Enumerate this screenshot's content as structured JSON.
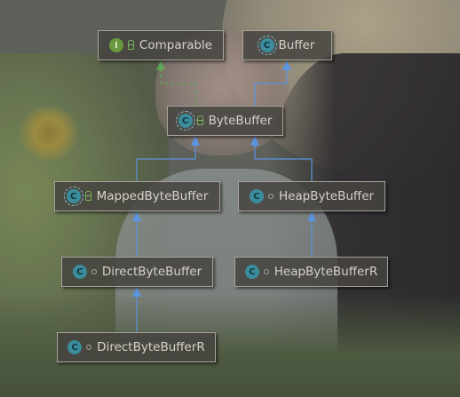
{
  "nodes": [
    {
      "id": "comparable",
      "label": "Comparable",
      "kind": "interface",
      "modifier": "public",
      "icon": "interface-icon"
    },
    {
      "id": "buffer",
      "label": "Buffer",
      "kind": "abstract-class",
      "modifier": "none",
      "icon": "abstract-class-icon"
    },
    {
      "id": "bytebuffer",
      "label": "ByteBuffer",
      "kind": "abstract-class",
      "modifier": "public",
      "icon": "abstract-class-icon"
    },
    {
      "id": "mappedbytebuffer",
      "label": "MappedByteBuffer",
      "kind": "abstract-class",
      "modifier": "public",
      "icon": "abstract-class-icon"
    },
    {
      "id": "heapbytebuffer",
      "label": "HeapByteBuffer",
      "kind": "class",
      "modifier": "package",
      "icon": "class-icon"
    },
    {
      "id": "directbytebuffer",
      "label": "DirectByteBuffer",
      "kind": "class",
      "modifier": "package",
      "icon": "class-icon"
    },
    {
      "id": "heapbytebufferr",
      "label": "HeapByteBufferR",
      "kind": "class",
      "modifier": "package",
      "icon": "class-icon"
    },
    {
      "id": "directbytebufferr",
      "label": "DirectByteBufferR",
      "kind": "class",
      "modifier": "package",
      "icon": "class-icon"
    }
  ],
  "edges": [
    {
      "from": "bytebuffer",
      "to": "comparable",
      "type": "implements"
    },
    {
      "from": "bytebuffer",
      "to": "buffer",
      "type": "extends"
    },
    {
      "from": "mappedbytebuffer",
      "to": "bytebuffer",
      "type": "extends"
    },
    {
      "from": "heapbytebuffer",
      "to": "bytebuffer",
      "type": "extends"
    },
    {
      "from": "directbytebuffer",
      "to": "mappedbytebuffer",
      "type": "extends"
    },
    {
      "from": "heapbytebufferr",
      "to": "heapbytebuffer",
      "type": "extends"
    },
    {
      "from": "directbytebufferr",
      "to": "directbytebuffer",
      "type": "extends"
    }
  ],
  "colors": {
    "extends_arrow": "#5b95e0",
    "implements_arrow": "#5fa65a",
    "node_border": "#a7a59c",
    "node_text": "#d6d3cb",
    "interface_icon": "#6a9a3f",
    "class_icon": "#3b8c9c"
  },
  "icon_letters": {
    "interface": "I",
    "class": "C"
  }
}
